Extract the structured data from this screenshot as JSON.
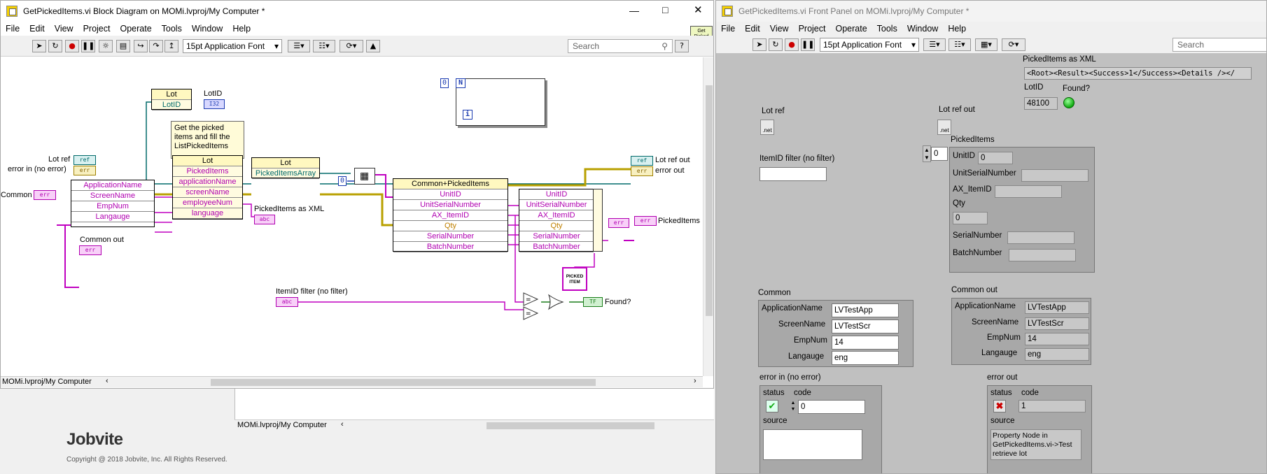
{
  "bd": {
    "title": "GetPickedItems.vi Block Diagram on MOMi.lvproj/My Computer *",
    "menu": [
      "File",
      "Edit",
      "View",
      "Project",
      "Operate",
      "Tools",
      "Window",
      "Help"
    ],
    "font": "15pt Application Font",
    "search_placeholder": "Search",
    "vi_icon_text": "Get Picked Items",
    "status_path": "MOMi.lvproj/My Computer",
    "comment": "Get the picked items and fill the ListPickedItems",
    "labels": {
      "lotid": "LotID",
      "lotref": "Lot ref",
      "errin": "error in (no error)",
      "common": "Common",
      "common_out": "Common out",
      "lotref_out": "Lot ref out",
      "errout": "error out",
      "picked_xml": "PickedItems as XML",
      "pickeditems": "PickedItems",
      "itemid_filter": "ItemID filter (no filter)",
      "found": "Found?"
    },
    "lot_node1": {
      "header": "Lot",
      "row": "LotID"
    },
    "lot_node2": {
      "header": "Lot",
      "rows": [
        "PickedItems",
        "applicationName",
        "screenName",
        "employeeNum",
        "language"
      ]
    },
    "lot_node3": {
      "header": "Lot",
      "row": "PickedItemsArray"
    },
    "bundle_common": [
      "ApplicationName",
      "ScreenName",
      "EmpNum",
      "Langauge"
    ],
    "common_picked": {
      "header": "Common+PickedItems",
      "rows": [
        "UnitID",
        "UnitSerialNumber",
        "AX_ItemID",
        "Qty",
        "SerialNumber",
        "BatchNumber"
      ]
    },
    "unbundle": [
      "UnitID",
      "UnitSerialNumber",
      "AX_ItemID",
      "Qty",
      "SerialNumber",
      "BatchNumber"
    ],
    "const_zero": "0",
    "loop_n": "N",
    "loop_i": "i",
    "terms": {
      "i32": "I32",
      "abc": "abc",
      "tf": "TF",
      "net": "ref",
      "err": "err"
    },
    "picked_item_sub": "PICKED ITEM"
  },
  "bg": {
    "status_path": "MOMi.lvproj/My Computer",
    "brand": "Jobvite",
    "copyright": "Copyright @ 2018 Jobvite, Inc. All Rights Reserved."
  },
  "fp": {
    "title": "GetPickedItems.vi Front Panel on MOMi.lvproj/My Computer *",
    "menu": [
      "File",
      "Edit",
      "View",
      "Project",
      "Operate",
      "Tools",
      "Window",
      "Help"
    ],
    "font": "15pt Application Font",
    "search_placeholder": "Search",
    "picked_xml_label": "PickedItems as XML",
    "picked_xml_value": "<Root><Result><Success>1</Success><Details /></",
    "lotid_label": "LotID",
    "lotid_value": "48100",
    "found_label": "Found?",
    "lotref_label": "Lot ref",
    "lotref_out_label": "Lot ref out",
    "net_text": ".net",
    "itemid_filter_label": "ItemID filter (no filter)",
    "itemid_filter_value": "",
    "array_index": "0",
    "picked_items": {
      "label": "PickedItems",
      "unitid_label": "UnitID",
      "unitid": "0",
      "usn_label": "UnitSerialNumber",
      "usn": "",
      "ax_label": "AX_ItemID",
      "ax": "",
      "qty_label": "Qty",
      "qty": "0",
      "serial_label": "SerialNumber",
      "serial": "",
      "batch_label": "BatchNumber",
      "batch": ""
    },
    "common": {
      "label": "Common",
      "fields": [
        {
          "label": "ApplicationName",
          "value": "LVTestApp"
        },
        {
          "label": "ScreenName",
          "value": "LVTestScr"
        },
        {
          "label": "EmpNum",
          "value": "14"
        },
        {
          "label": "Langauge",
          "value": "eng"
        }
      ]
    },
    "common_out": {
      "label": "Common out",
      "fields": [
        {
          "label": "ApplicationName",
          "value": "LVTestApp"
        },
        {
          "label": "ScreenName",
          "value": "LVTestScr"
        },
        {
          "label": "EmpNum",
          "value": "14"
        },
        {
          "label": "Langauge",
          "value": "eng"
        }
      ]
    },
    "error_in": {
      "label": "error in (no error)",
      "status_label": "status",
      "code_label": "code",
      "code": "0",
      "source_label": "source",
      "source": ""
    },
    "error_out": {
      "label": "error out",
      "status_label": "status",
      "code_label": "code",
      "code": "1",
      "source_label": "source",
      "source": "Property Node in GetPickedItems.vi->Test retrieve lot"
    }
  }
}
